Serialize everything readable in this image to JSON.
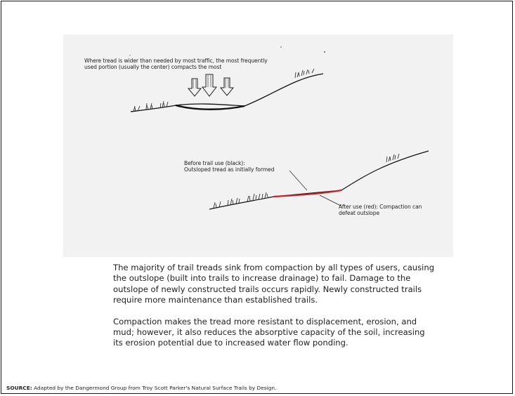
{
  "figure": {
    "top_caption": {
      "line1": "Where tread is wider than needed by most traffic, the most frequently",
      "line2": "used portion (usually the center) compacts the most"
    },
    "before_label": {
      "line1": "Before trail use (black):",
      "line2": "Outsloped tread as initially formed"
    },
    "after_label": {
      "line1": "After use (red): Compaction can",
      "line2": "defeat outslope"
    },
    "colors": {
      "before_line": "#111111",
      "after_line": "#c0262d",
      "panel": "#f2f2f2"
    }
  },
  "body": {
    "paragraphs": [
      "The majority of trail treads sink from compaction by all types of users, causing the outslope (built into trails to increase drainage) to fail.  Damage to the outslope of newly constructed trails occurs rapidly.  Newly constructed trails require more maintenance than established trails.",
      "Compaction makes the tread more resistant to displacement, erosion, and mud; however, it also reduces the absorptive capacity of the soil, increasing its erosion potential due to increased water flow ponding."
    ]
  },
  "source": {
    "label": "SOURCE:",
    "text": " Adapted by the Dangermond Group from Troy Scott Parker's Natural Surface Trails by Design."
  }
}
